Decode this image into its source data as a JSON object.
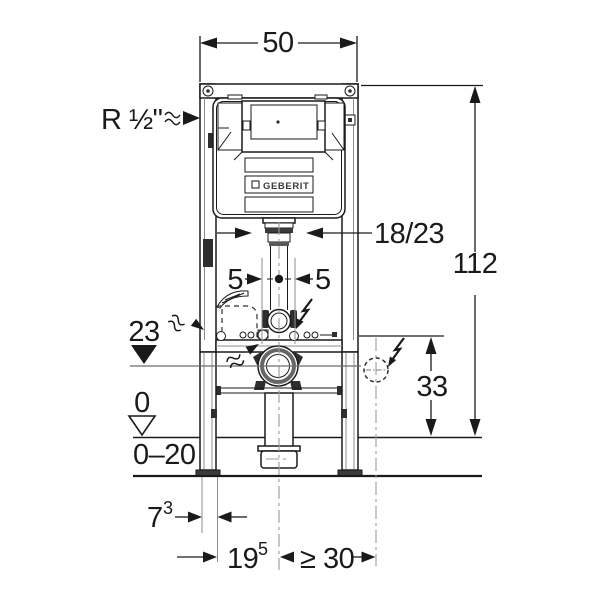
{
  "dimensions": {
    "top_width": "50",
    "overall_height": "112",
    "water_supply": "R ½\"",
    "flush_pipe": "18/23",
    "left_offset": "5",
    "right_offset": "5",
    "outlet_height": "23",
    "power_outlet_height": "33",
    "floor_level": "0",
    "floor_buildup": "0–20",
    "front_depth": {
      "base": "7",
      "sup": "3"
    },
    "outlet_distance": {
      "base": "19",
      "sup": "5"
    },
    "side_clearance": "≥ 30"
  },
  "brand": {
    "label": "GEBERIT"
  },
  "colors": {
    "line": "#1a1a1a",
    "centerline": "#9a9a9a",
    "background": "#ffffff",
    "dark_fill": "#2e2e2e"
  }
}
